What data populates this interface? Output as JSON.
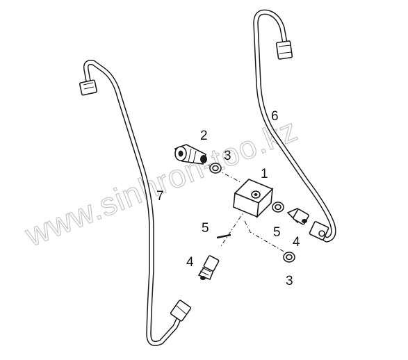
{
  "diagram": {
    "watermark": "www.sinhron-too.kz",
    "callouts": [
      {
        "id": "c1",
        "text": "1"
      },
      {
        "id": "c2",
        "text": "2"
      },
      {
        "id": "c3a",
        "text": "3"
      },
      {
        "id": "c3b",
        "text": "3"
      },
      {
        "id": "c4a",
        "text": "4"
      },
      {
        "id": "c4b",
        "text": "4"
      },
      {
        "id": "c5a",
        "text": "5"
      },
      {
        "id": "c5b",
        "text": "5"
      },
      {
        "id": "c6",
        "text": "6"
      },
      {
        "id": "c7",
        "text": "7"
      }
    ]
  }
}
